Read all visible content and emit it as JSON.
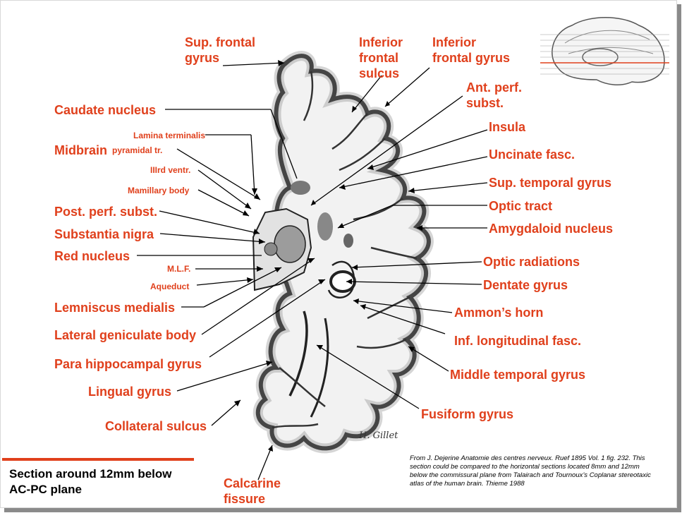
{
  "colors": {
    "label": "#e0401c",
    "text": "#000000",
    "accent_bar": "#e0401c"
  },
  "labels": {
    "sup_frontal_gyrus": [
      "Sup. frontal",
      "gyrus"
    ],
    "inferior_frontal_sulcus": [
      "Inferior",
      "frontal",
      "sulcus"
    ],
    "inferior_frontal_gyrus": [
      "Inferior",
      "frontal gyrus"
    ],
    "ant_perf_subst": [
      "Ant. perf.",
      "subst."
    ],
    "caudate_nucleus": "Caudate nucleus",
    "lamina_terminalis": "Lamina terminalis",
    "midbrain": "Midbrain",
    "pyramidal_tr": "pyramidal tr.",
    "third_ventr": "IIIrd ventr.",
    "mamillary_body": "Mamillary body",
    "post_perf_subst": "Post. perf. subst.",
    "substantia_nigra": "Substantia nigra",
    "red_nucleus": "Red nucleus",
    "mlf": "M.L.F.",
    "aqueduct": "Aqueduct",
    "lemniscus_medialis": "Lemniscus medialis",
    "lateral_geniculate_body": "Lateral geniculate body",
    "para_hippocampal_gyrus": "Para hippocampal gyrus",
    "lingual_gyrus": "Lingual gyrus",
    "collateral_sulcus": "Collateral sulcus",
    "calcarine_fissure": [
      "Calcarine",
      "fissure"
    ],
    "insula": "Insula",
    "uncinate_fasc": "Uncinate fasc.",
    "sup_temporal_gyrus": "Sup. temporal gyrus",
    "optic_tract": "Optic tract",
    "amygdaloid_nucleus": "Amygdaloid nucleus",
    "optic_radiations": "Optic radiations",
    "dentate_gyrus": "Dentate gyrus",
    "ammons_horn": "Ammon’s horn",
    "inf_longitudinal_fasc": "Inf. longitudinal fasc.",
    "middle_temporal_gyrus": "Middle temporal gyrus",
    "fusiform_gyrus": "Fusiform gyrus"
  },
  "drawing_signature": "H. Gillet",
  "caption": [
    "Section around 12mm below",
    "AC-PC plane"
  ],
  "source": "From J. Dejerine Anatomie des centres nerveux. Ruef 1895 Vol. 1 fig. 232. This section could be compared to the horizontal sections located 8mm and 12mm below the commissural plane from Talairach and Tournoux’s Coplanar stereotaxic atlas of the human brain. Thieme 1988"
}
